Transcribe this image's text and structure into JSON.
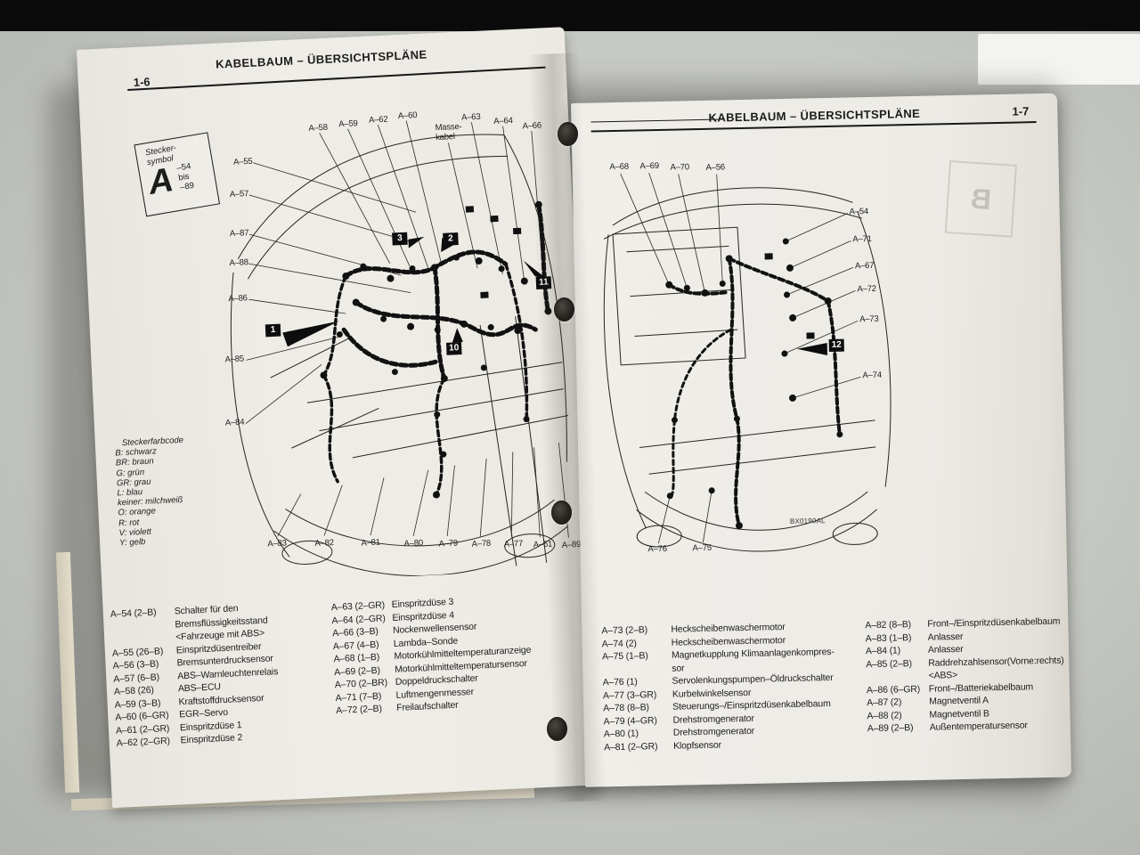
{
  "left_page": {
    "page_number": "1-6",
    "title": "KABELBAUM – ÜBERSICHTSPLÄNE",
    "symbol_box": {
      "caption": "Stecker-\nsymbol",
      "letter": "A",
      "range": "–54\nbis\n–89"
    },
    "diagram": {
      "labels_top": [
        "A–58",
        "A–59",
        "A–62",
        "A–60",
        "A–63",
        "A–64",
        "A–66"
      ],
      "masse_label": "Masse-\nkabel",
      "labels_left": [
        "A–55",
        "A–57",
        "A–87",
        "A–88",
        "A–86",
        "A–85",
        "A–84"
      ],
      "labels_bottom": [
        "A–83",
        "A–82",
        "A–81",
        "A–80",
        "A–79",
        "A–78",
        "A–77",
        "A–61",
        "A–89"
      ],
      "callouts": [
        "1",
        "2",
        "3",
        "10",
        "11"
      ]
    },
    "color_code": {
      "title": "Steckerfarbcode",
      "items": [
        "B: schwarz",
        "BR: braun",
        "G: grün",
        "GR: grau",
        "L: blau",
        "keiner: milchweiß",
        "O: orange",
        "R: rot",
        "V: violett",
        "Y: gelb"
      ]
    },
    "connectors_col1": [
      {
        "code": "A–54 (2–B)",
        "desc": "Schalter für den Bremsflüssigkeitsstand\n<Fahrzeuge mit ABS>"
      },
      {
        "code": "A–55 (26–B)",
        "desc": "Einspritzdüsentreiber"
      },
      {
        "code": "A–56 (3–B)",
        "desc": "Bremsunterdrucksensor"
      },
      {
        "code": "A–57 (6–B)",
        "desc": "ABS–Warnleuchtenrelais"
      },
      {
        "code": "A–58 (26)",
        "desc": "ABS–ECU"
      },
      {
        "code": "A–59 (3–B)",
        "desc": "Kraftstoffdrucksensor"
      },
      {
        "code": "A–60 (6–GR)",
        "desc": "EGR–Servo"
      },
      {
        "code": "A–61 (2–GR)",
        "desc": "Einspritzdüse 1"
      },
      {
        "code": "A–62 (2–GR)",
        "desc": "Einspritzdüse 2"
      }
    ],
    "connectors_col2": [
      {
        "code": "A–63 (2–GR)",
        "desc": "Einspritzdüse 3"
      },
      {
        "code": "A–64 (2–GR)",
        "desc": "Einspritzdüse 4"
      },
      {
        "code": "A–66 (3–B)",
        "desc": "Nockenwellensensor"
      },
      {
        "code": "A–67 (4–B)",
        "desc": "Lambda–Sonde"
      },
      {
        "code": "A–68 (1–B)",
        "desc": "Motorkühlmitteltemperaturanzeige"
      },
      {
        "code": "A–69 (2–B)",
        "desc": "Motorkühlmitteltemperatursensor"
      },
      {
        "code": "A–70 (2–BR)",
        "desc": "Doppeldruckschalter"
      },
      {
        "code": "A–71 (7–B)",
        "desc": "Luftmengenmesser"
      },
      {
        "code": "A–72 (2–B)",
        "desc": "Freilaufschalter"
      }
    ]
  },
  "right_page": {
    "page_number": "1-7",
    "title": "KABELBAUM – ÜBERSICHTSPLÄNE",
    "figure_code": "BX0190AL",
    "ghost_stamp": "B",
    "diagram": {
      "labels_top": [
        "A–68",
        "A–69",
        "A–70",
        "A–56"
      ],
      "labels_right": [
        "A–54",
        "A–71",
        "A–67",
        "A–72",
        "A–73",
        "A–74"
      ],
      "labels_bottom": [
        "A–76",
        "A–75"
      ],
      "callout": "12"
    },
    "connectors_col1": [
      {
        "code": "A–73 (2–B)",
        "desc": "Heckscheibenwaschermotor"
      },
      {
        "code": "A–74 (2)",
        "desc": "Heckscheibenwaschermotor"
      },
      {
        "code": "A–75 (1–B)",
        "desc": "Magnetkupplung Klimaanlagenkompres-\nsor"
      },
      {
        "code": "A–76 (1)",
        "desc": "Servolenkungspumpen–Öldruckschalter"
      },
      {
        "code": "A–77 (3–GR)",
        "desc": "Kurbelwinkelsensor"
      },
      {
        "code": "A–78 (8–B)",
        "desc": "Steuerungs–/Einspritzdüsenkabelbaum"
      },
      {
        "code": "A–79 (4–GR)",
        "desc": "Drehstromgenerator"
      },
      {
        "code": "A–80 (1)",
        "desc": "Drehstromgenerator"
      },
      {
        "code": "A–81 (2–GR)",
        "desc": "Klopfsensor"
      }
    ],
    "connectors_col2": [
      {
        "code": "A–82 (8–B)",
        "desc": "Front–/Einspritzdüsenkabelbaum"
      },
      {
        "code": "A–83 (1–B)",
        "desc": "Anlasser"
      },
      {
        "code": "A–84 (1)",
        "desc": "Anlasser"
      },
      {
        "code": "A–85 (2–B)",
        "desc": "Raddrehzahlsensor(Vorne:rechts)\n<ABS>"
      },
      {
        "code": "A–86 (6–GR)",
        "desc": "Front–/Batteriekabelbaum"
      },
      {
        "code": "A–87 (2)",
        "desc": "Magnetventil A"
      },
      {
        "code": "A–88 (2)",
        "desc": "Magnetventil B"
      },
      {
        "code": "A–89 (2–B)",
        "desc": "Außentemperatursensor"
      }
    ]
  }
}
